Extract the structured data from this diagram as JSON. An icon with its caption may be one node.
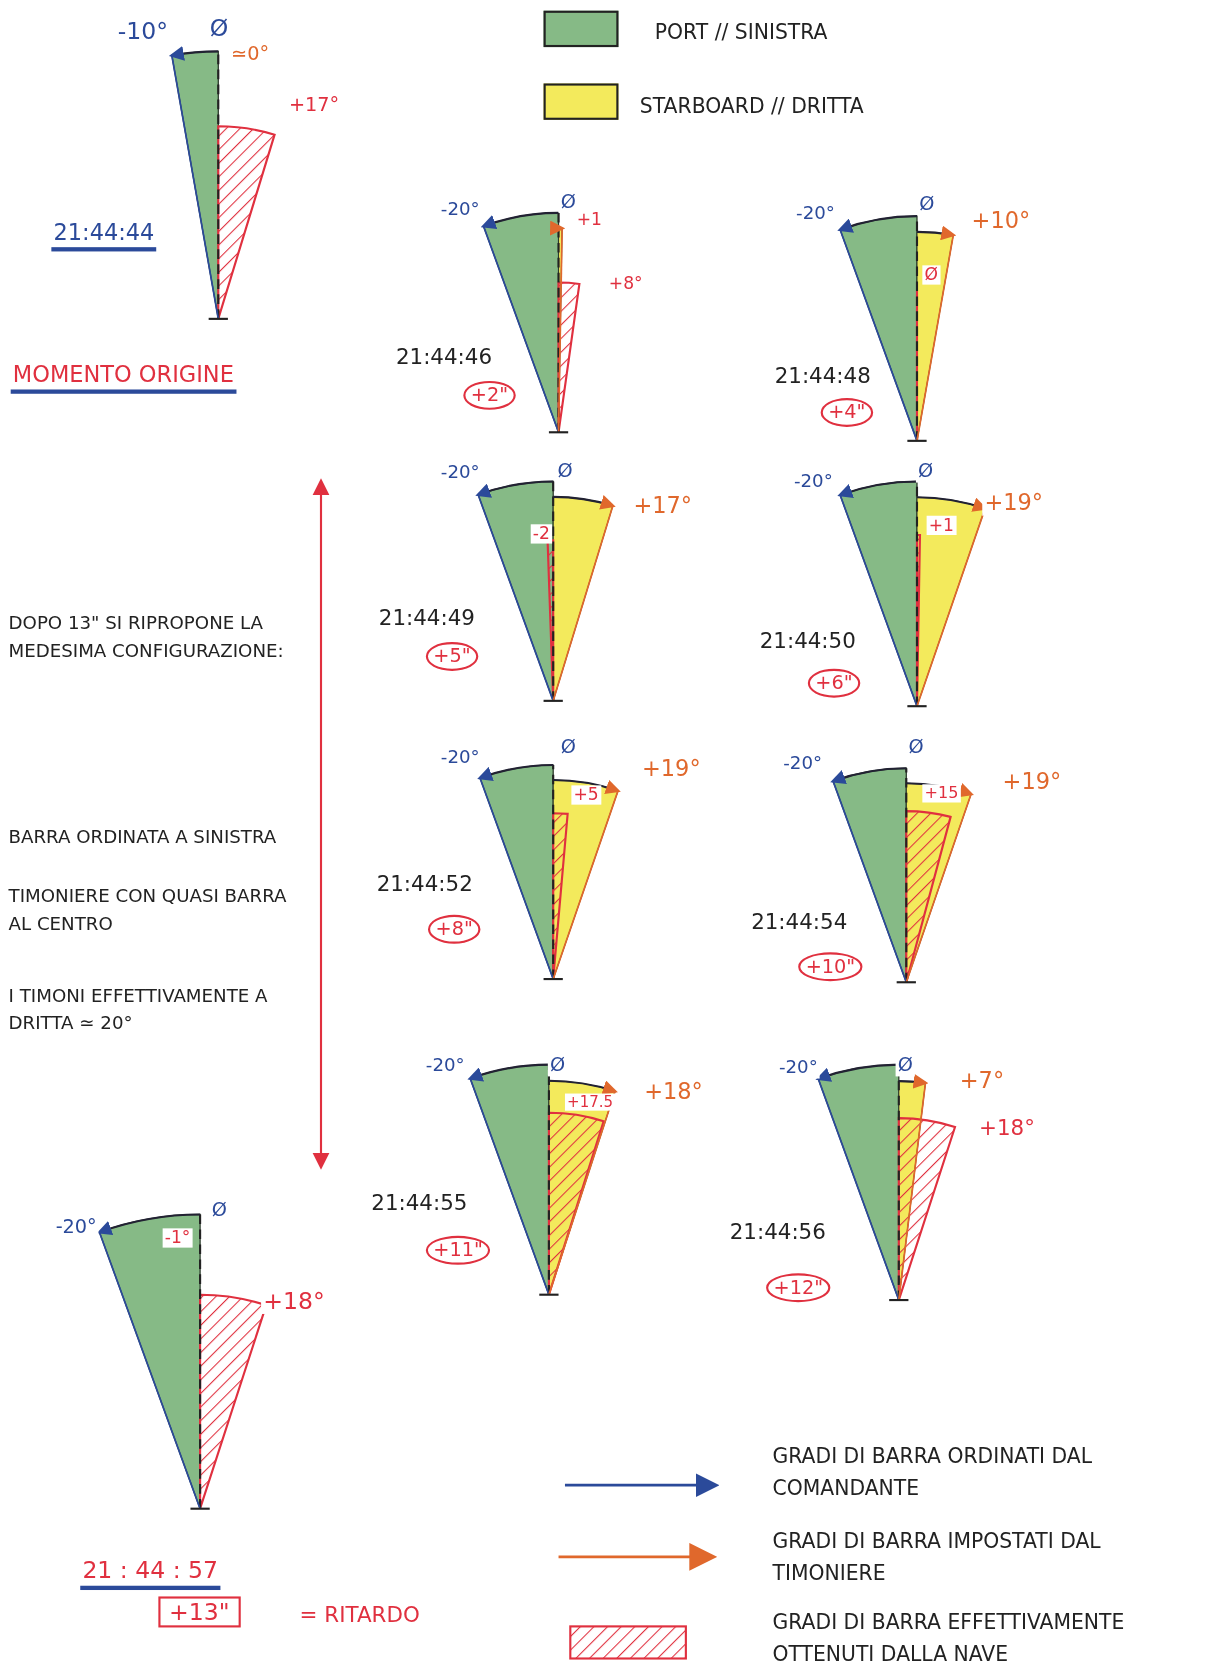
{
  "diagram": {
    "labels": [
      "-10°",
      "Ø",
      "≃0°",
      "+17°",
      "21:44:44",
      "MOMENTO ORIGINE",
      "-20°",
      "Ø",
      "+1",
      "+8°",
      "21:44:46",
      "+2\"",
      "-20°",
      "Ø",
      "+10°",
      "Ø",
      "21:44:48",
      "+4\"",
      "-20°",
      "Ø",
      "-2",
      "+17°",
      "21:44:49",
      "+5\"",
      "-20°",
      "Ø",
      "+1",
      "+19°",
      "21:44:50",
      "+6\"",
      "-20°",
      "Ø",
      "+5",
      "+19°",
      "21:44:52",
      "+8\"",
      "-20°",
      "Ø",
      "+15",
      "+19°",
      "21:44:54",
      "+10\"",
      "-20°",
      "Ø",
      "+17.5",
      "+18°",
      "21:44:55",
      "+11\"",
      "-20°",
      "Ø",
      "+7°",
      "+18°",
      "21:44:56",
      "+12\"",
      "-20°",
      "Ø",
      "-1°",
      "+18°",
      "21 : 44 : 57",
      "+13\"",
      "= RITARDO",
      "DOPO 13\" SI RIPROPONE LA MEDESIMA CONFIGURAZIONE:",
      "BARRA ORDINATA A SINISTRA",
      "TIMONIERE CON QUASI BARRA AL CENTRO",
      "I TIMONI EFFETTIVAMENTE A DRITTA ≃ 20°"
    ],
    "legend": [
      {
        "text": "PORT // SINISTRA",
        "color": "#86ba86"
      },
      {
        "text": "STARBOARD // DRITTA",
        "color": "#f3ea5c"
      },
      {
        "text": "GRADI DI BARRA ORDINATI DAL COMANDANTE"
      },
      {
        "text": "GRADI DI BARRA IMPOSTATI DAL TIMONIERE"
      },
      {
        "text": "GRADI DI BARRA EFFETTIVAMENTE OTTENUTI DALLA NAVE"
      }
    ]
  }
}
